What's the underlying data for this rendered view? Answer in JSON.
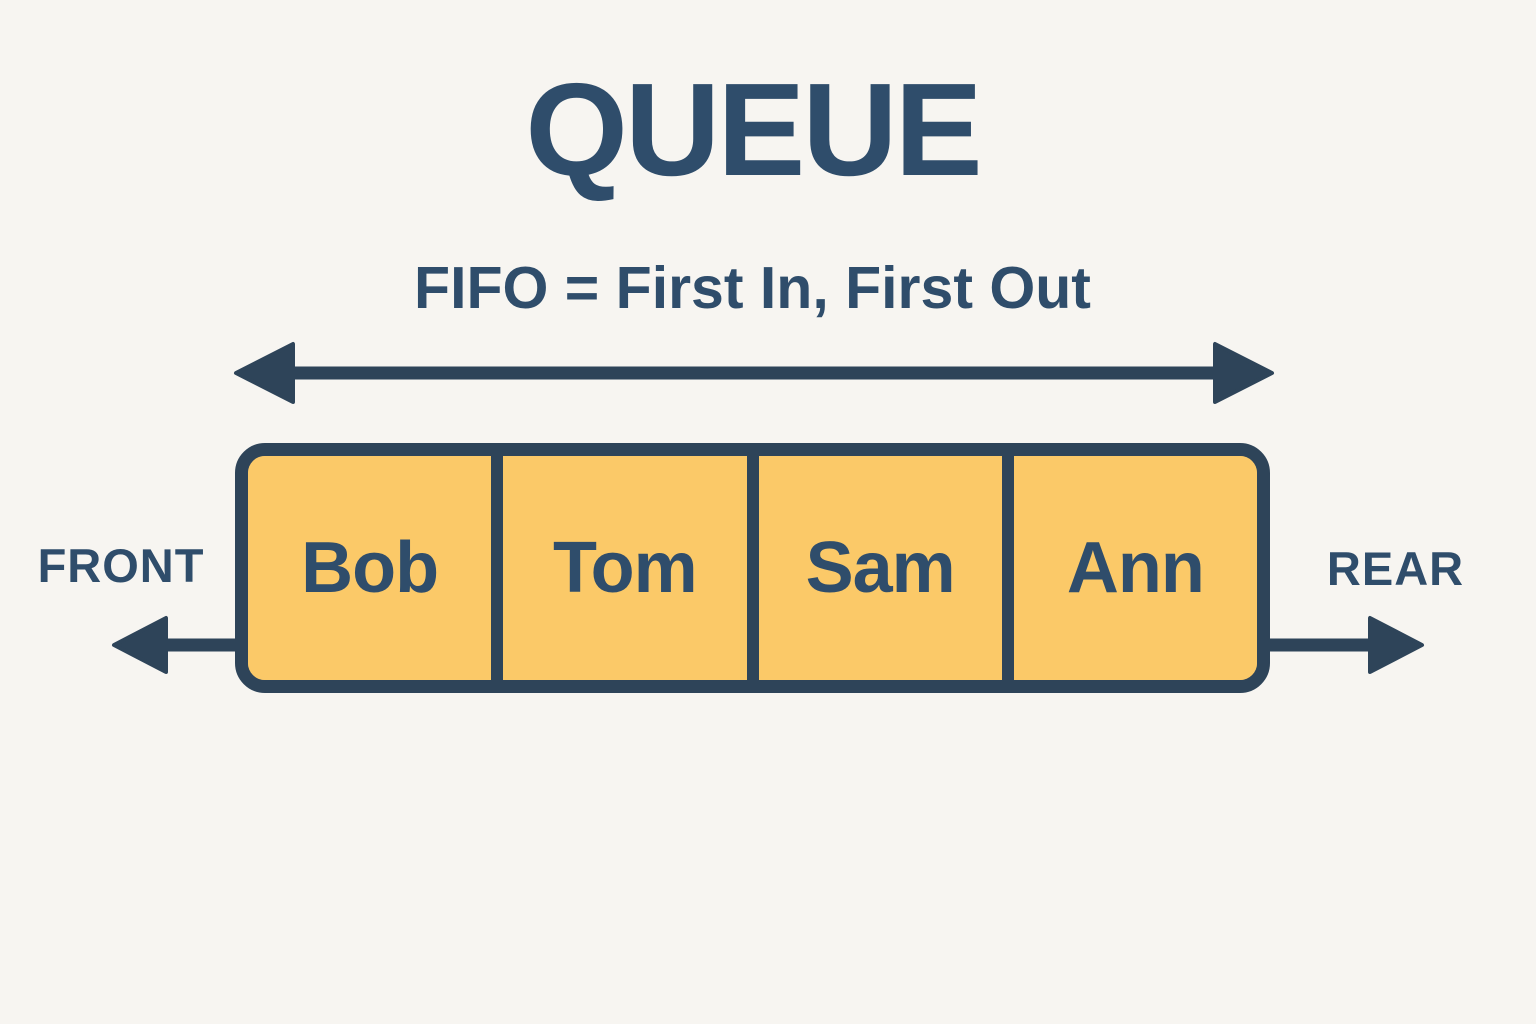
{
  "diagram": {
    "title": "QUEUE",
    "subtitle": "FIFO = First In, First Out",
    "front_label": "FRONT",
    "rear_label": "REAR",
    "queue": {
      "items": [
        "Bob",
        "Tom",
        "Sam",
        "Ann"
      ],
      "front_item": "Bob",
      "rear_item": "Ann"
    },
    "colors": {
      "text_navy": "#2f4d6b",
      "shape_navy": "#2e4459",
      "cell_fill": "#fbc968",
      "background": "#f7f5f1"
    }
  }
}
